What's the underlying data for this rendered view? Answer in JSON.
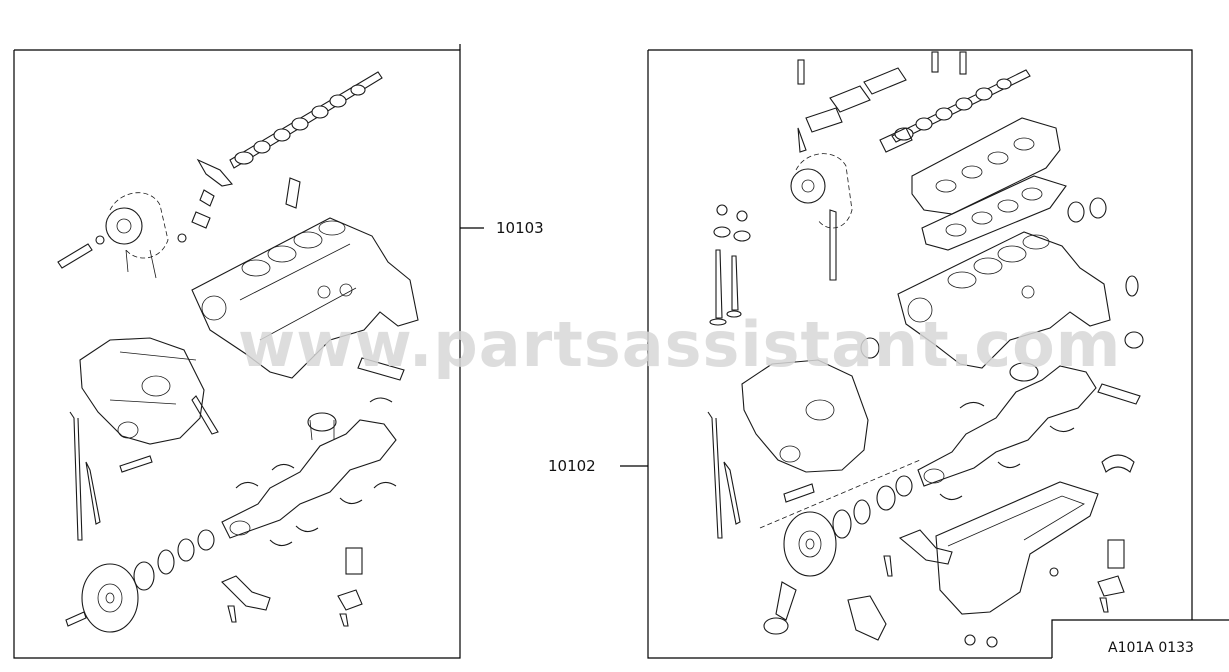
{
  "callouts": {
    "left_assembly": "10103",
    "right_assembly": "10102"
  },
  "watermark": "www.partsassistant.com",
  "diagram_code": "A101A 0133"
}
